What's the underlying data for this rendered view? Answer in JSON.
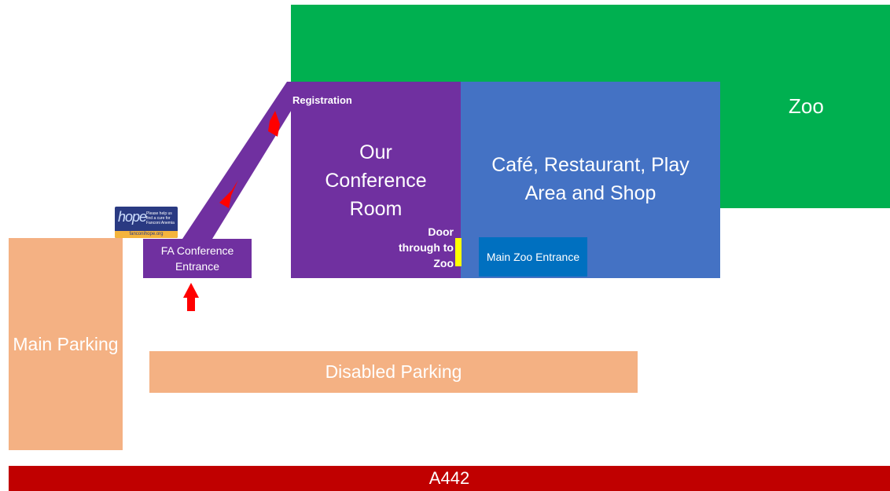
{
  "colors": {
    "zoo": "#00b050",
    "cafe": "#4472c4",
    "purple": "#7030a0",
    "entrance": "#0070c0",
    "parking": "#f4b183",
    "road": "#c00000",
    "door": "#ffff00",
    "arrow": "#ff0000"
  },
  "zones": {
    "zoo": "Zoo",
    "cafe": "Café, Restaurant, Play Area and Shop",
    "conference_room": "Our Conference Room",
    "registration": "Registration",
    "door": "Door through to Zoo",
    "main_zoo_entrance": "Main Zoo Entrance",
    "fa_entrance": "FA Conference Entrance",
    "main_parking": "Main Parking",
    "disabled_parking": "Disabled Parking",
    "road": "A442"
  },
  "logo": {
    "word": "hope",
    "tagline": "Please help us find a cure for Fanconi Anemia",
    "url": "fanconihope.org"
  },
  "icons": [
    "arrow-up-icon",
    "arrow-diagonal-icon"
  ]
}
